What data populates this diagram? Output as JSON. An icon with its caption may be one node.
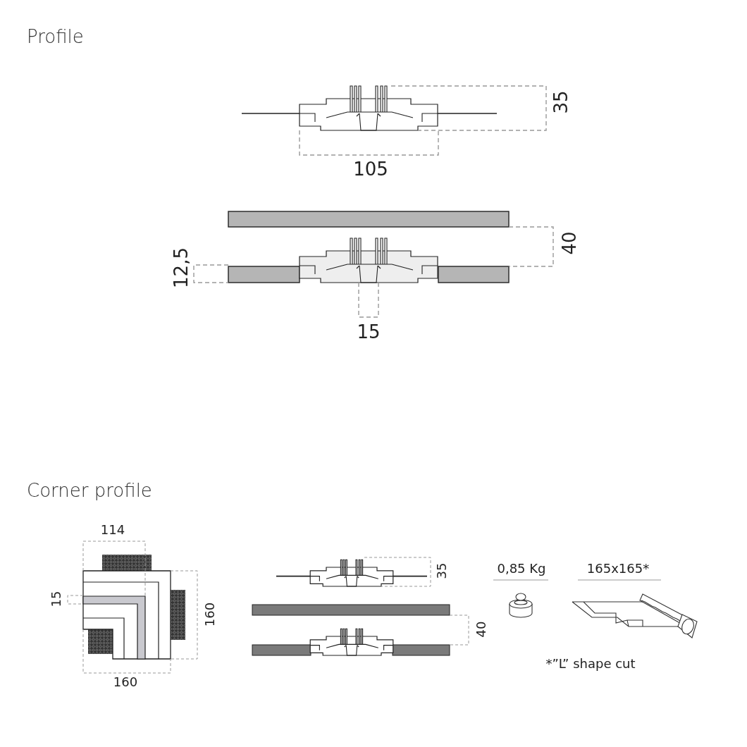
{
  "diagram": {
    "labels": [
      "Profile",
      "35",
      "105",
      "40",
      "12,5",
      "15",
      "Corner profile",
      "114",
      "0,85 Kg",
      "165x165*",
      "35",
      "15",
      "160",
      "40",
      "160",
      "*”L” shape cut"
    ]
  }
}
